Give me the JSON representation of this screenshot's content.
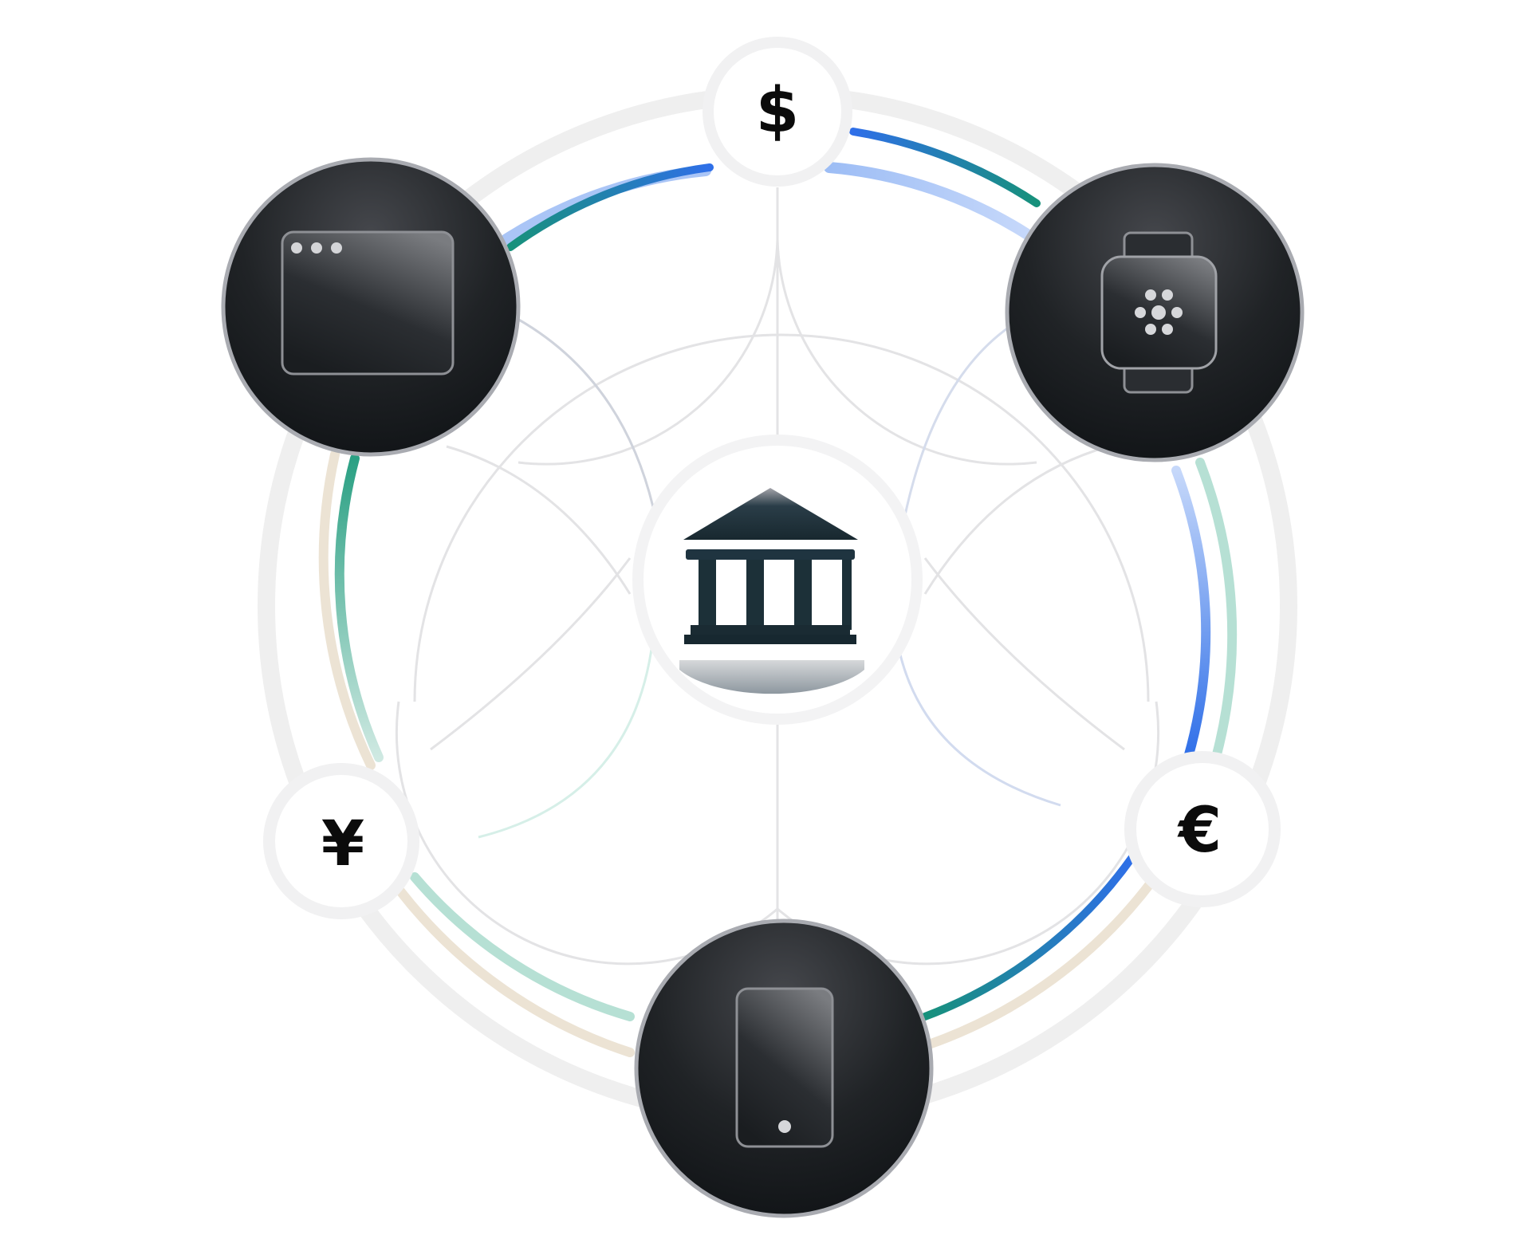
{
  "diagram": {
    "center": {
      "icon": "bank-building-icon"
    },
    "currencies": [
      {
        "id": "usd",
        "symbol": "$"
      },
      {
        "id": "eur",
        "symbol": "€"
      },
      {
        "id": "jpy",
        "symbol": "¥"
      }
    ],
    "devices": [
      {
        "id": "browser",
        "icon": "browser-window-icon"
      },
      {
        "id": "watch",
        "icon": "smartwatch-icon"
      },
      {
        "id": "phone",
        "icon": "smartphone-icon"
      }
    ],
    "colors": {
      "background": "#ffffff",
      "device_fill": "#16191c",
      "blue": "#2f6fe8",
      "light_blue": "#aac5f6",
      "teal": "#17917b",
      "mint": "#b6e0d4",
      "beige": "#ece3d4",
      "outer_ring": "#efefef",
      "inner_lines": "#dcdcdc"
    }
  }
}
